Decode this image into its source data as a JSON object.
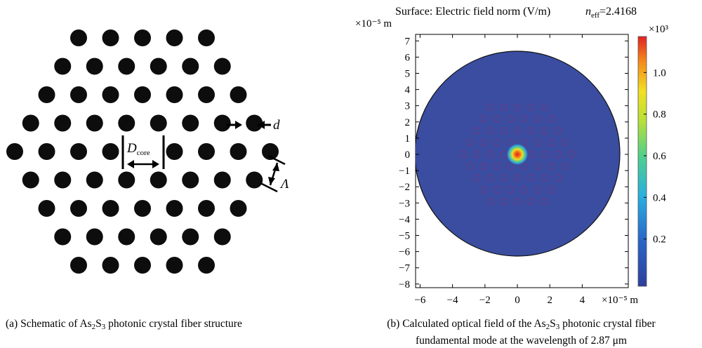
{
  "panel_a": {
    "label_d": "d",
    "label_dcore_main": "D",
    "label_dcore_sub": "core",
    "label_lambda": "Λ",
    "hole_rows": [
      5,
      6,
      7,
      8,
      9,
      8,
      7,
      6,
      5
    ],
    "hole_color": "#0d0d0d",
    "caption": {
      "prefix": "(a) Schematic of As",
      "sub1": "2",
      "mid": "S",
      "sub2": "3",
      "suffix": " photonic crystal fiber structure"
    }
  },
  "panel_b": {
    "title": "Surface: Electric field norm (V/m)",
    "neff_symbol": "n",
    "neff_sub": "eff",
    "neff_value": "=2.4168",
    "y_exponent_label": "×10⁻⁵ m",
    "x_exponent_label": "×10⁻⁵ m",
    "colorbar_exponent_label": "×10³",
    "y_ticks": [
      "7",
      "6",
      "5",
      "4",
      "3",
      "2",
      "1",
      "0",
      "−1",
      "−2",
      "−3",
      "−4",
      "−5",
      "−6",
      "−7",
      "−8"
    ],
    "x_ticks": [
      "−6",
      "−4",
      "−2",
      "0",
      "2",
      "4"
    ],
    "colorbar_ticks": [
      "1.0",
      "0.8",
      "0.6",
      "0.4",
      "0.2"
    ],
    "background_color": "#3a4da0",
    "caption": {
      "line1_prefix": "(b) Calculated optical field of the As",
      "sub1": "2",
      "mid": "S",
      "sub2": "3",
      "line1_suffix": " photonic crystal fiber",
      "line2": "fundamental mode at the wavelength of 2.87 μm"
    }
  }
}
